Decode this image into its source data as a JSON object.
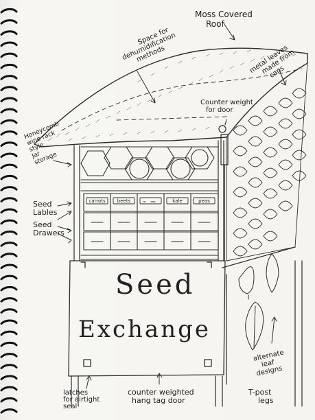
{
  "door": {
    "line1": "Seed",
    "line2": "Exchange"
  },
  "seed_labels": [
    "carrots",
    "beets",
    "",
    "kale",
    "peas"
  ],
  "annotations": {
    "roof": {
      "line1": "Moss Covered",
      "line2": "Roof"
    },
    "dehumidification": {
      "line1": "Space for",
      "line2": "dehumidification",
      "line3": "methods"
    },
    "metal_leaves": {
      "line1": "metal leaves",
      "line2": "made from",
      "line3": "cans"
    },
    "counter_weight": {
      "line1": "Counter weight",
      "line2": "for door"
    },
    "honeycomb": {
      "line1": "Honeycomb",
      "line2": "wine rack",
      "line3": "style",
      "line4": "Jar",
      "line5": "storage"
    },
    "seed_labels": {
      "line1": "Seed",
      "line2": "Lables"
    },
    "seed_drawers": {
      "line1": "Seed",
      "line2": "Drawers"
    },
    "latches": {
      "line1": "latches",
      "line2": "for airtight",
      "line3": "seal"
    },
    "door": {
      "line1": "counter weighted",
      "line2": "hang tag door"
    },
    "alternate_leaf": {
      "line1": "alternate",
      "line2": "leaf",
      "line3": "designs"
    },
    "tpost": {
      "line1": "T-post",
      "line2": "legs"
    }
  }
}
